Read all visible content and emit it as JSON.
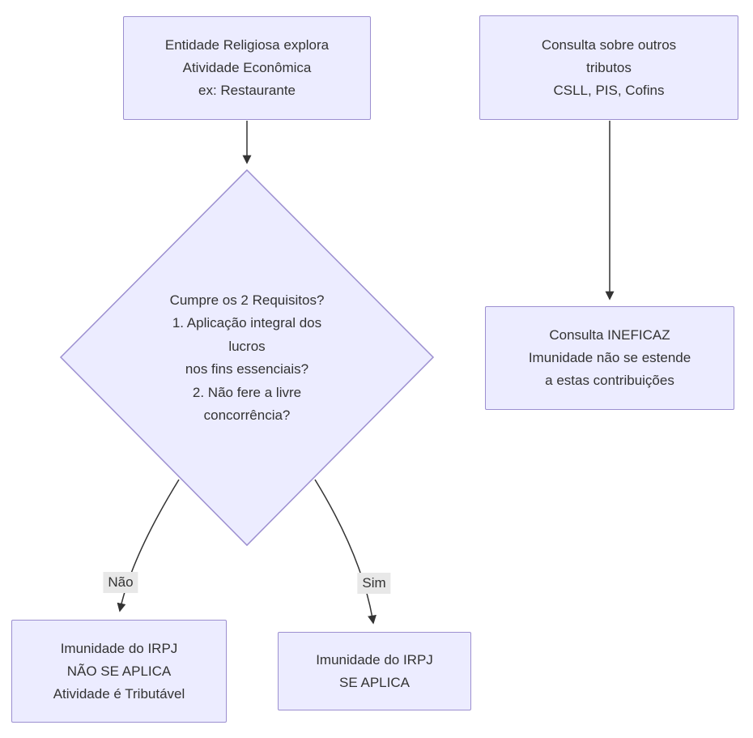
{
  "diagram": {
    "type": "flowchart",
    "background": "#ffffff",
    "colors": {
      "node_fill": "#ECECFF",
      "node_border": "#9c8fd0",
      "edge_line": "#333333",
      "text": "#333333",
      "edge_label_bg": "#e8e8e8"
    },
    "nodes": {
      "entidade": {
        "shape": "rect",
        "lines": [
          "Entidade Religiosa explora",
          "Atividade Econômica",
          "ex: Restaurante"
        ]
      },
      "requisitos": {
        "shape": "diamond",
        "lines": [
          "Cumpre os 2 Requisitos?",
          "1. Aplicação integral dos",
          "lucros",
          "nos fins essenciais?",
          "2. Não fere a livre",
          "concorrência?"
        ]
      },
      "nao_aplica": {
        "shape": "rect",
        "lines": [
          "Imunidade do IRPJ",
          "NÃO SE APLICA",
          "Atividade é Tributável"
        ]
      },
      "se_aplica": {
        "shape": "rect",
        "lines": [
          "Imunidade do IRPJ",
          "SE APLICA"
        ]
      },
      "consulta_tributos": {
        "shape": "rect",
        "lines": [
          "Consulta sobre outros",
          "tributos",
          "CSLL, PIS, Cofins"
        ]
      },
      "consulta_ineficaz": {
        "shape": "rect",
        "lines": [
          "Consulta INEFICAZ",
          "Imunidade não se estende",
          "a estas contribuições"
        ]
      }
    },
    "edges": {
      "entidade_to_requisitos": {
        "label": ""
      },
      "nao": {
        "label": "Não"
      },
      "sim": {
        "label": "Sim"
      },
      "tributos_to_ineficaz": {
        "label": ""
      }
    }
  }
}
